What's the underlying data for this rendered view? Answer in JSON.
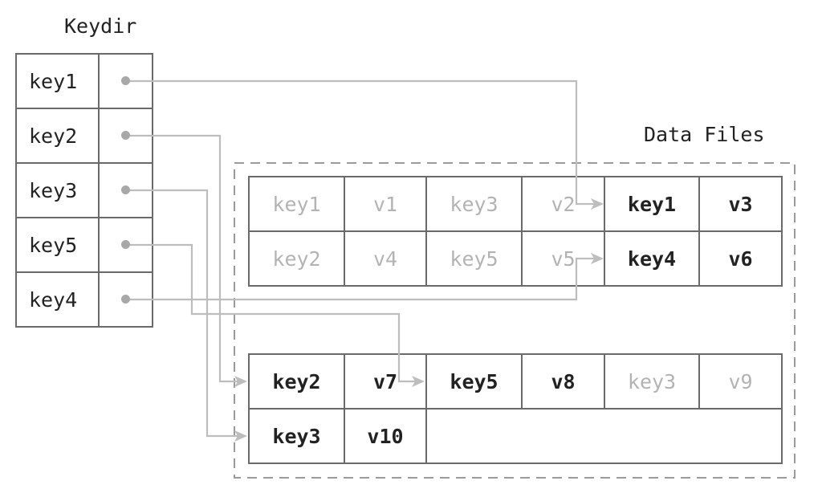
{
  "keydir": {
    "title": "Keydir",
    "keys": [
      "key1",
      "key2",
      "key3",
      "key5",
      "key4"
    ]
  },
  "data_files": {
    "title": "Data Files",
    "file1": {
      "row1": [
        {
          "text": "key1",
          "state": "old"
        },
        {
          "text": "v1",
          "state": "old"
        },
        {
          "text": "key3",
          "state": "old"
        },
        {
          "text": "v2",
          "state": "old"
        },
        {
          "text": "key1",
          "state": "live"
        },
        {
          "text": "v3",
          "state": "live"
        }
      ],
      "row2": [
        {
          "text": "key2",
          "state": "old"
        },
        {
          "text": "v4",
          "state": "old"
        },
        {
          "text": "key5",
          "state": "old"
        },
        {
          "text": "v5",
          "state": "old"
        },
        {
          "text": "key4",
          "state": "live"
        },
        {
          "text": "v6",
          "state": "live"
        }
      ]
    },
    "file2": {
      "row1": [
        {
          "text": "key2",
          "state": "live"
        },
        {
          "text": "v7",
          "state": "live"
        },
        {
          "text": "key5",
          "state": "live"
        },
        {
          "text": "v8",
          "state": "live"
        },
        {
          "text": "key3",
          "state": "old"
        },
        {
          "text": "v9",
          "state": "old"
        }
      ],
      "row2": [
        {
          "text": "key3",
          "state": "live"
        },
        {
          "text": "v10",
          "state": "live"
        }
      ]
    }
  }
}
